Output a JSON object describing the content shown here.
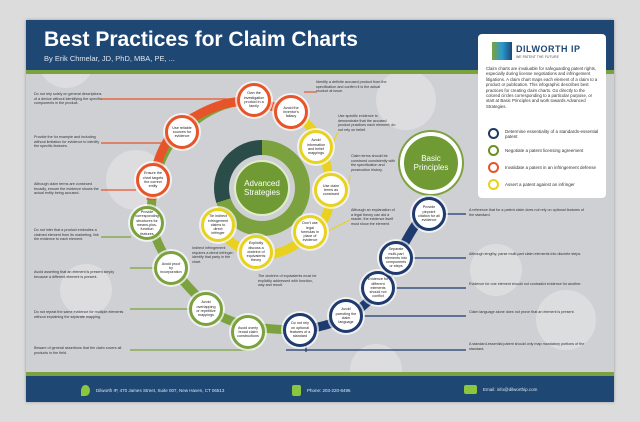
{
  "header": {
    "title": "Best Practices for Claim Charts",
    "byline": "By Erik Chmelar, JD, PhD, MBA, PE, ..."
  },
  "panel": {
    "logo_name": "DILWORTH IP",
    "tagline": "WE PATENT THE FUTURE",
    "intro": "Claim charts are invaluable for safeguarding patent rights, especially during license negotiations and infringement litigations. A claim chart maps each element of a claim to a product or publication. This infographic describes best practices for creating claim charts. Go directly to the colored circles corresponding to a particular purpose, or start at Basic Principles and work towards Advanced Strategies.",
    "legend": [
      {
        "label": "Determine essentiality of a standards-essential patent",
        "color": "#1f3a5f"
      },
      {
        "label": "Negotiate a patent licensing agreement",
        "color": "#6b8e23"
      },
      {
        "label": "Invalidate a patent in an infringement defense",
        "color": "#e8542a"
      },
      {
        "label": "Assert a patent against an infringer",
        "color": "#e8d21f"
      }
    ]
  },
  "hubs": {
    "basic": "Basic Principles",
    "advanced": "Advanced Strategies"
  },
  "nodes": {
    "blue": [
      "Do not rely on optional features of a standard",
      "Avoid parroting the claim language",
      "Evidence for different elements should not conflict",
      "Separate multi-part elements into components or steps",
      "Provide pinpoint citation for all evidence"
    ],
    "green": [
      "Avoid overly broad claim constructions",
      "Avoid overlapping or repetitive mappings",
      "Avoid proof by incorporation",
      "Provide corresponding structures for means-plus-function features"
    ],
    "orange": [
      "Ensure the chart targets the correct entity",
      "Use reliable sources for evidence",
      "Own the investigation product in a family",
      "Avoid the inventor's fallacy"
    ],
    "yellow": [
      "Avoid information and belief mappings",
      "Use claim terms as construed",
      "Don't use legal formulas in place of evidence",
      "Explicitly discuss a doctrine of equivalents theory",
      "Tie indirect infringement claims to direct infringer"
    ]
  },
  "notes": {
    "left": [
      "Do not rely solely on general descriptions of a device without identifying the specific components in the product.",
      "Provide the for example and including without limitation for evidence to identify the specific features.",
      "Although claim terms are construed broadly, ensure the evidence shows the actual entity being accused.",
      "Do not infer that a product embodies a claimed element from its marketing; link the evidence to each element.",
      "Avoid asserting that an element is present simply because a different element is present.",
      "Do not repeat the same evidence for multiple elements without explaining the separate mapping.",
      "Beware of general assertions that the claim covers all products in the field."
    ],
    "right": [
      "Identify a definite accused product from the specification and confirm it is the actual product at issue.",
      "Use specific evidence to demonstrate that the accused product practices each element; do not rely on belief.",
      "Claim terms should be construed consistently with the specification and prosecution history.",
      "Although an explanation of a legal theory can aid a reader, the evidence itself must show the element.",
      "The doctrine of equivalents must be explicitly addressed with function, way and result.",
      "Indirect infringement requires a direct infringer; identify that party in the chart.",
      "A reference that for a patent claim does not rely on optional features of the standard.",
      "Although lengthy, parse multi-part claim elements into discrete steps.",
      "Evidence for one element should not contradict evidence for another.",
      "Claim language alone does not prove that an element is present.",
      "A standard-essential patent should only map mandatory portions of the standard."
    ]
  },
  "footer": {
    "address": "Dilworth IP, 470 James Street, Suite 007, New Haven, CT 06513",
    "phone": "Phone: 203-220-8496",
    "email": "Email: info@dilworthip.com"
  },
  "colors": {
    "navy": "#1f4774",
    "green": "#7ba23f",
    "orange": "#e8542a",
    "yellow": "#e8d21f",
    "blue_node": "#1f3a5f"
  }
}
